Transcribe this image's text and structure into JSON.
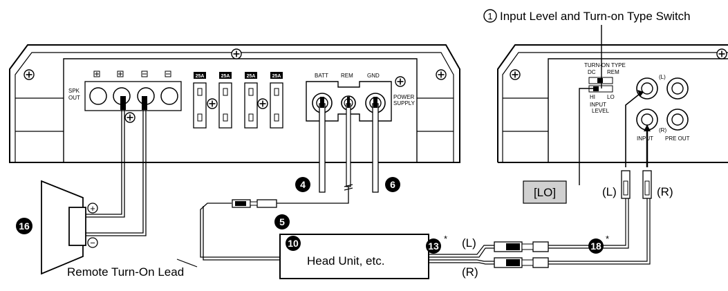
{
  "callouts": {
    "input_switch": {
      "num": "1",
      "text": "Input Level and Turn-on Type Switch"
    },
    "batt_cable": "4",
    "rem_lead": "5",
    "gnd_cable": "6",
    "head_unit": "10",
    "rca_left": "13",
    "rca_right": "18",
    "speaker": "16",
    "asterisk": "*"
  },
  "amp_front": {
    "spk_out": "SPK\nOUT",
    "fuses": [
      "25A",
      "25A",
      "25A",
      "25A"
    ],
    "batt": "BATT",
    "rem": "REM",
    "gnd": "GND",
    "power_supply": "POWER\nSUPPLY"
  },
  "amp_side": {
    "turn_on_type": "TURN-ON TYPE",
    "dc": "DC",
    "rem": "REM",
    "hi": "HI",
    "lo": "LO",
    "input_level": "INPUT\nLEVEL",
    "input": "INPUT",
    "pre_out": "PRE OUT",
    "l": "(L)",
    "r": "(R)"
  },
  "labels": {
    "lo_box": "[LO]",
    "remote_lead": "Remote Turn-On Lead",
    "head_unit": "Head Unit, etc.",
    "l": "(L)",
    "r": "(R)",
    "plus": "+",
    "minus": "−"
  }
}
